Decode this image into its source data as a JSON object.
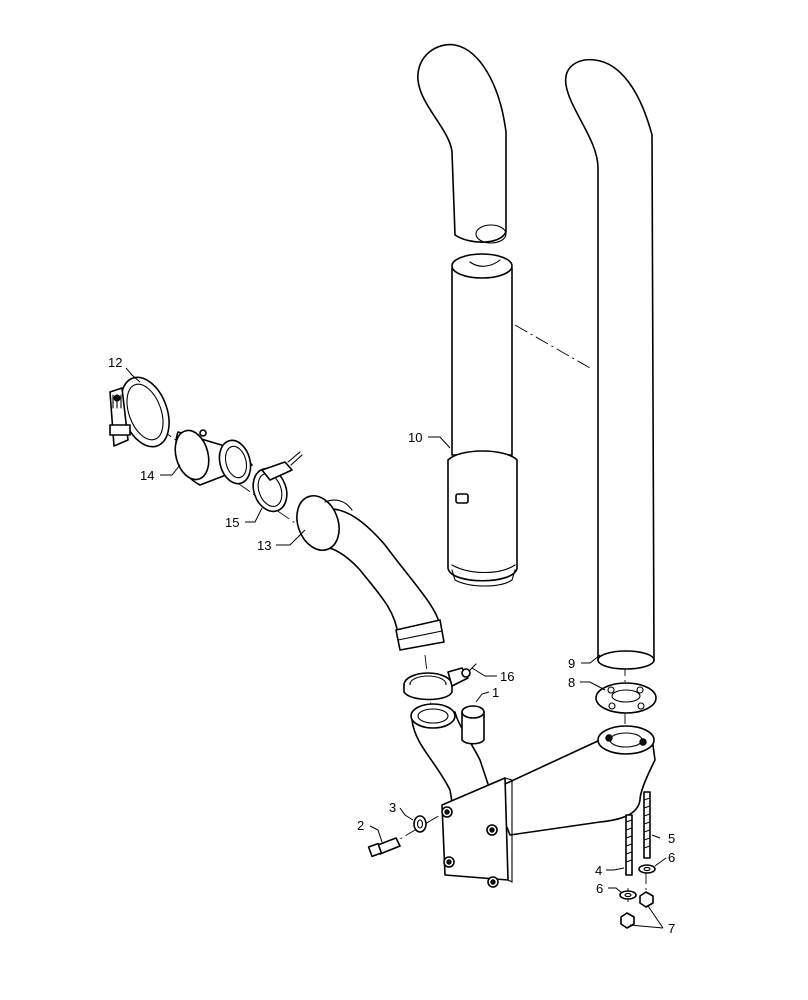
{
  "callouts": {
    "c1": "1",
    "c2": "2",
    "c3": "3",
    "c4": "4",
    "c5": "5",
    "c6a": "6",
    "c6b": "6",
    "c7": "7",
    "c8": "8",
    "c9": "9",
    "c10": "10",
    "c12": "12",
    "c13": "13",
    "c14": "14",
    "c15": "15",
    "c16": "16"
  }
}
